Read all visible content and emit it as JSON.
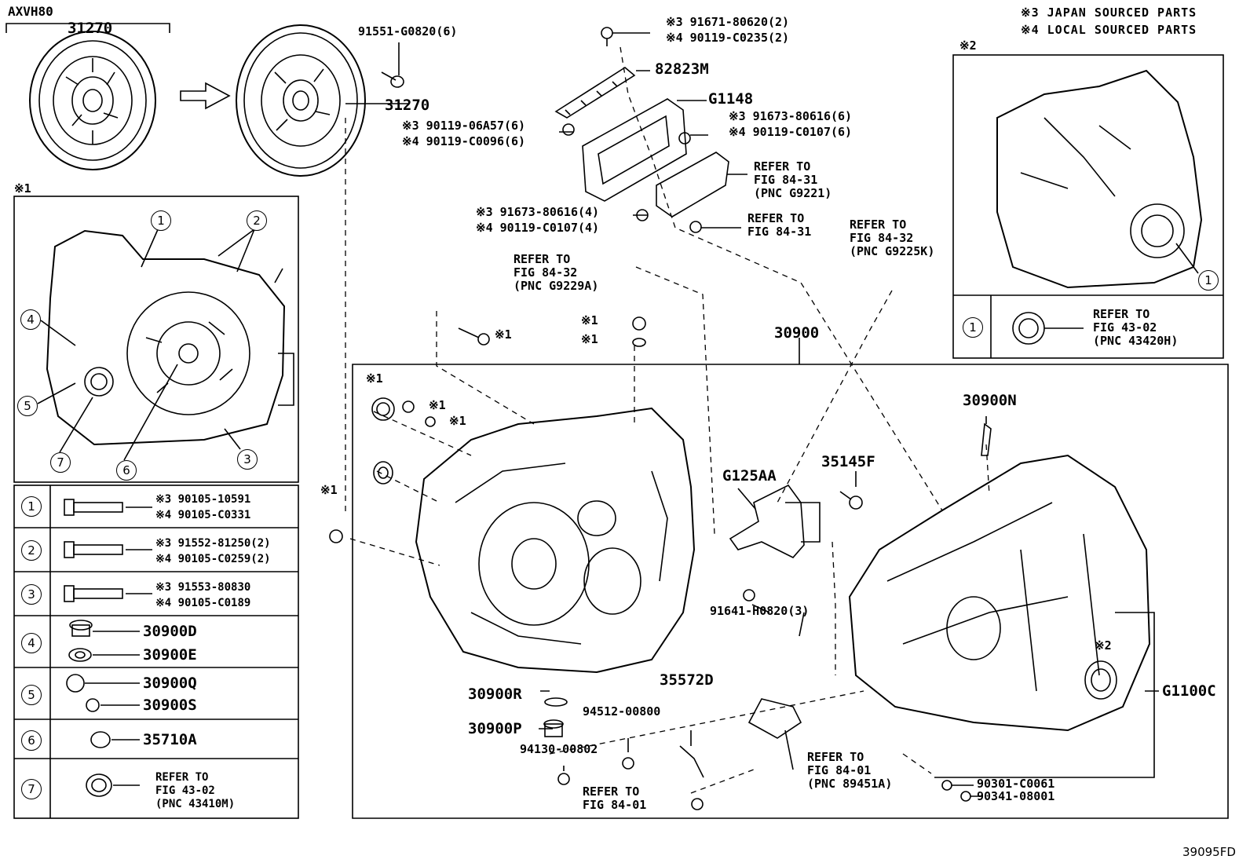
{
  "model": "AXVH80",
  "notes": {
    "n3": "※3 JAPAN SOURCED PARTS",
    "n4": "※4 LOCAL SOURCED PARTS"
  },
  "footer_code": "39095FD",
  "boxes": {
    "b1": "※1",
    "b2": "※2"
  },
  "clutch": {
    "top": "31270",
    "right": "31270"
  },
  "top_parts": {
    "p91551": "91551-G0820(6)",
    "p91671": "※3 91671-80620(2)",
    "p90119a": "※4 90119-C0235(2)",
    "p82823": "82823M",
    "g1148": "G1148",
    "p91673a": "※3 91673-80616(6)",
    "p90119b": "※4 90119-C0107(6)",
    "p06a57": "※3 90119-06A57(6)",
    "pc0096": "※4 90119-C0096(6)",
    "ref9221": "REFER TO\nFIG 84-31\n(PNC G9221)",
    "p91673b": "※3 91673-80616(4)",
    "p90119c": "※4 90119-C0107(4)",
    "ref8431": "REFER TO\nFIG 84-31",
    "ref9225": "REFER TO\nFIG 84-32\n(PNC G9225K)",
    "ref9229": "REFER TO\nFIG 84-32\n(PNC G9229A)"
  },
  "main_parts": {
    "p30900": "30900",
    "s1a": "※1",
    "s1b": "※1",
    "s1c": "※1",
    "s1d": "※1",
    "s1e": "※1",
    "s1f": "※1",
    "s1g": "※1",
    "g125aa": "G125AA",
    "p35145f": "35145F",
    "p30900n": "30900N",
    "p91641": "91641-H0820(3)",
    "p30900r": "30900R",
    "p30900p": "30900P",
    "p94512": "94512-00800",
    "p94130": "94130-00802",
    "p35572d": "35572D",
    "ref8401a": "REFER TO\nFIG 84-01\n(PNC 89451A)",
    "ref8401b": "REFER TO\nFIG 84-01",
    "p90301": "90301-C0061",
    "p90341": "90341-08001",
    "g1100c": "G1100C",
    "s2": "※2"
  },
  "legend": [
    {
      "num": "1",
      "l1": "※3 90105-10591",
      "l2": "※4 90105-C0331"
    },
    {
      "num": "2",
      "l1": "※3 91552-81250(2)",
      "l2": "※4 90105-C0259(2)"
    },
    {
      "num": "3",
      "l1": "※3 91553-80830",
      "l2": "※4 90105-C0189"
    },
    {
      "num": "4",
      "l1": "30900D",
      "l2": "30900E"
    },
    {
      "num": "5",
      "l1": "30900Q",
      "l2": "30900S"
    },
    {
      "num": "6",
      "l1": "35710A"
    },
    {
      "num": "7",
      "l1": "REFER TO\nFIG 43-02\n(PNC 43410M)"
    }
  ],
  "inset2": {
    "num": "1",
    "ref": "REFER TO\nFIG 43-02\n(PNC 43420H)"
  },
  "case_callouts": [
    "1",
    "2",
    "3",
    "4",
    "5",
    "6",
    "7"
  ]
}
